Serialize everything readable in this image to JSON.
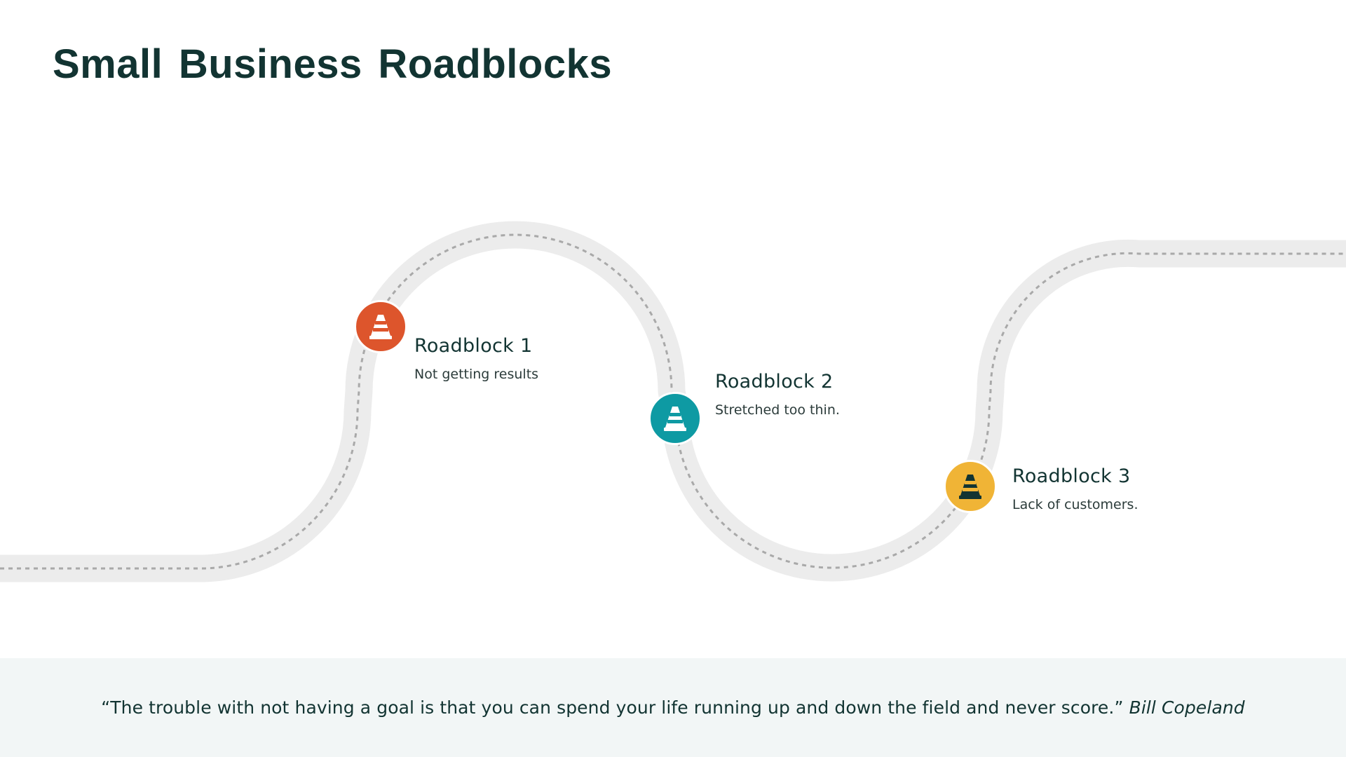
{
  "title": "Small Business Roadblocks",
  "roadblocks": [
    {
      "label": "Roadblock 1",
      "description": "Not getting results",
      "color": "#dd552c",
      "icon": "traffic-cone-icon"
    },
    {
      "label": "Roadblock 2",
      "description": "Stretched too thin.",
      "color": "#0e9aa3",
      "icon": "traffic-cone-icon"
    },
    {
      "label": "Roadblock 3",
      "description": "Lack of customers.",
      "color": "#f0b436",
      "icon": "traffic-cone-icon"
    }
  ],
  "quote": {
    "text": "“The trouble with not having a goal is that you can spend your life running up and down the field and never score.”",
    "author": "Bill Copeland"
  },
  "colors": {
    "title": "#123432",
    "road": "#ececec",
    "road_dash": "#a9a9a9",
    "footer_bg": "#f2f6f6"
  }
}
